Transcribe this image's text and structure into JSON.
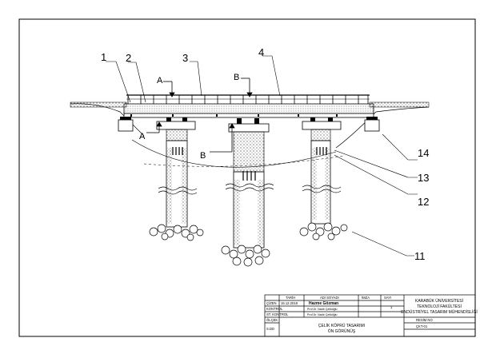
{
  "callouts": {
    "c1": "1",
    "c2": "2",
    "c3": "3",
    "c4": "4",
    "c11": "11",
    "c12": "12",
    "c13": "13",
    "c14": "14"
  },
  "sections": {
    "a_top": "A",
    "a_side": "A",
    "b_top": "B",
    "b_side": "B"
  },
  "title_block": {
    "col_name": "TARİH",
    "col_signature": "ADI SOYADI",
    "col_sign": "İMZA",
    "col_scale": "SAYI",
    "row1": "ÇİZEN",
    "row2": "KONTROL",
    "row3": "ST. KONTROL",
    "row4": "ÖLÇEK",
    "row5": "S.DD",
    "date": "15.12.2018",
    "drawer": "Hazme Gözman",
    "control": "Prof.Dr. Nadir Çeliköğlu",
    "st_control": "Prof.Dr. Nadir Çeliköğlu",
    "sheet_no": "1",
    "university_line1": "KARABÜK ÜNİVERSİTESİ",
    "university_line2": "TEKNOLOJİ FAKÜLTESİ",
    "university_line3": "ENDÜSTRİYEL TASARIM MÜHENDİSLİĞİ",
    "title_line1": "ÇELİK KÖPRÜ TASARIMI",
    "title_line2": "ÖN GÖRÜNÜŞ",
    "drawing_no_label": "RESİM NO",
    "drawing_no": "ÇKT-01"
  }
}
